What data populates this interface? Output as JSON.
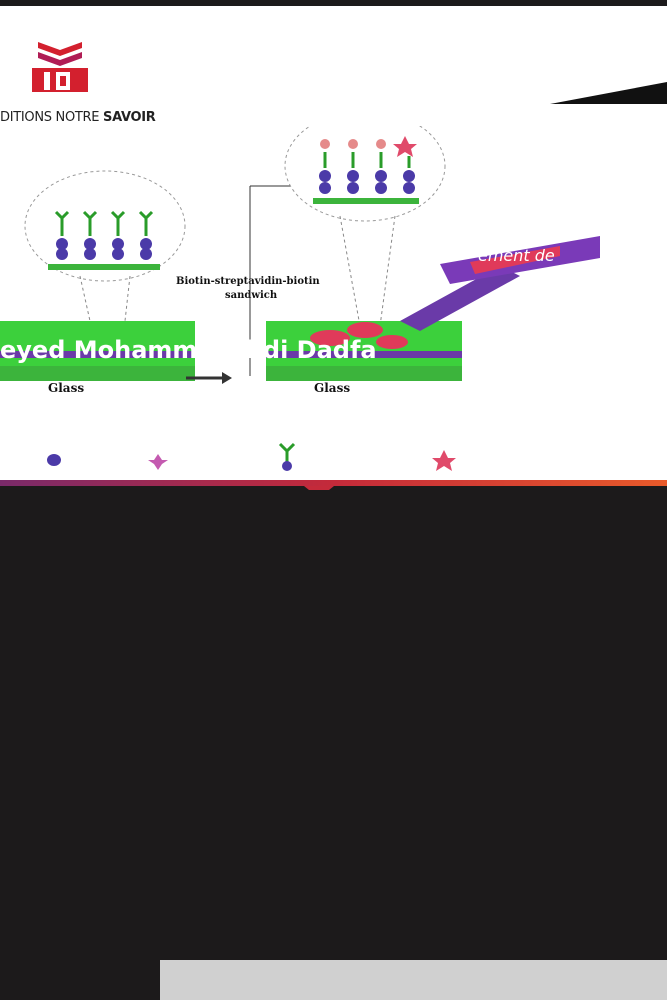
{
  "publisher": {
    "prefix": "DITIONS NOTRE ",
    "name": "SAVOIR"
  },
  "figure": {
    "sandwich_label_1": "Biotin-streptavidin-biotin",
    "sandwich_label_2": "sandwich",
    "substrate_left": "Glass",
    "substrate_right": "Glass"
  },
  "book": {
    "author_overlay": "eyed Mohamm    Mahdi Dadfa",
    "title_fragment_1": "s de réac",
    "title_fragment_2": "ement de"
  },
  "colors": {
    "background": "#1c1a1b",
    "cover": "#ffffff",
    "glass": "#3cd03c",
    "accent": "#cc2233"
  }
}
